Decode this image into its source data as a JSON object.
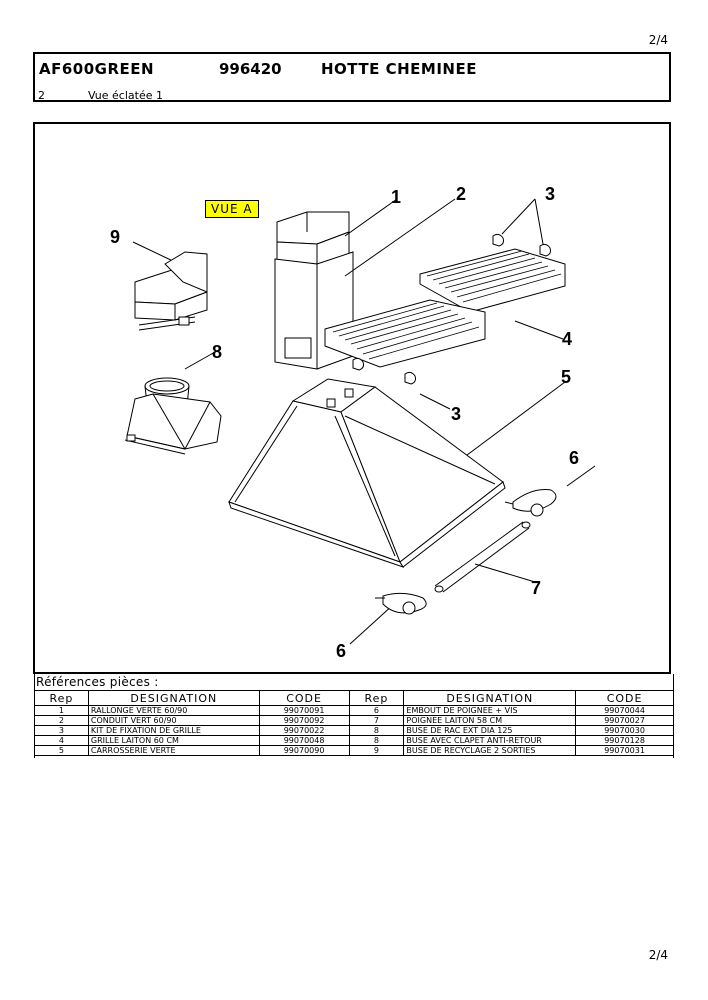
{
  "page": {
    "number": "2/4"
  },
  "header": {
    "model": "AF600GREEN",
    "code": "996420",
    "title": "HOTTE CHEMINEE",
    "sub_number": "2",
    "sub_title": "Vue éclatée 1"
  },
  "diagram": {
    "view_label": "VUE A",
    "callouts": [
      "1",
      "2",
      "3",
      "9",
      "4",
      "8",
      "5",
      "3",
      "6",
      "7",
      "6"
    ]
  },
  "references": {
    "label": "Références pièces  :",
    "headers": [
      "Rep",
      "DESIGNATION",
      "CODE",
      "Rep",
      "DESIGNATION",
      "CODE"
    ],
    "rows": [
      [
        "1",
        "RALLONGE VERTE 60/90",
        "99070091",
        "6",
        "EMBOUT DE POIGNEE + VIS",
        "99070044"
      ],
      [
        "2",
        "CONDUIT VERT 60/90",
        "99070092",
        "7",
        "POIGNEE LAITON 58 CM",
        "99070027"
      ],
      [
        "3",
        "KIT DE FIXATION DE GRILLE",
        "99070022",
        "8",
        "BUSE DE RAC EXT DIA 125",
        "99070030"
      ],
      [
        "4",
        "GRILLE LAITON 60 CM",
        "99070048",
        "8",
        "BUSE AVEC CLAPET ANTI-RETOUR",
        "99070128"
      ],
      [
        "5",
        "CARROSSERIE VERTE",
        "99070090",
        "9",
        "BUSE DE RECYCLAGE 2 SORTIES",
        "99070031"
      ]
    ]
  }
}
